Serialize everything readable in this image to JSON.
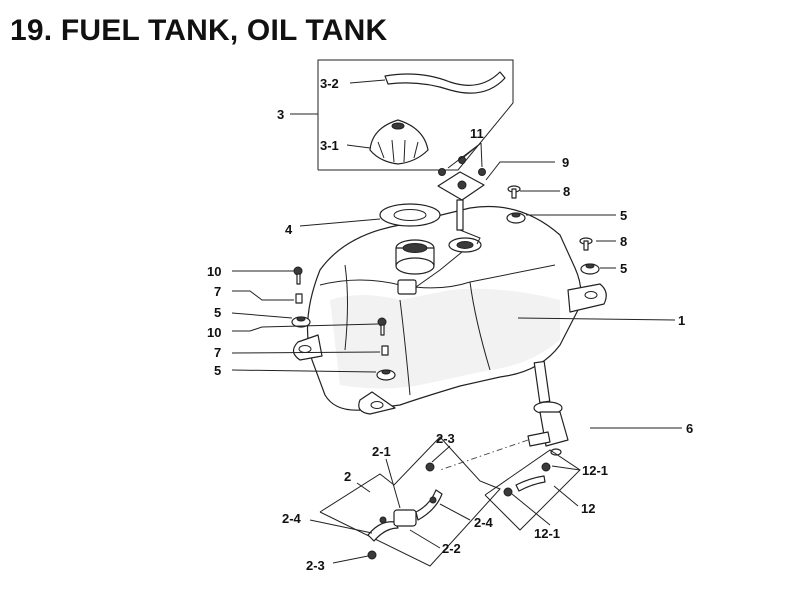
{
  "title": "19. FUEL TANK, OIL TANK",
  "callouts": {
    "c3": "3",
    "c3_2": "3-2",
    "c3_1": "3-1",
    "c11": "11",
    "c9": "9",
    "c8a": "8",
    "c5a": "5",
    "c4": "4",
    "c8b": "8",
    "c5b": "5",
    "c10a": "10",
    "c7a": "7",
    "c5c": "5",
    "c10b": "10",
    "c1": "1",
    "c7b": "7",
    "c5d": "5",
    "c6": "6",
    "c2_3a": "2-3",
    "c2_1": "2-1",
    "c2": "2",
    "c12_1a": "12-1",
    "c12": "12",
    "c2_4a": "2-4",
    "c2_4b": "2-4",
    "c12_1b": "12-1",
    "c2_2": "2-2",
    "c2_3b": "2-3"
  }
}
